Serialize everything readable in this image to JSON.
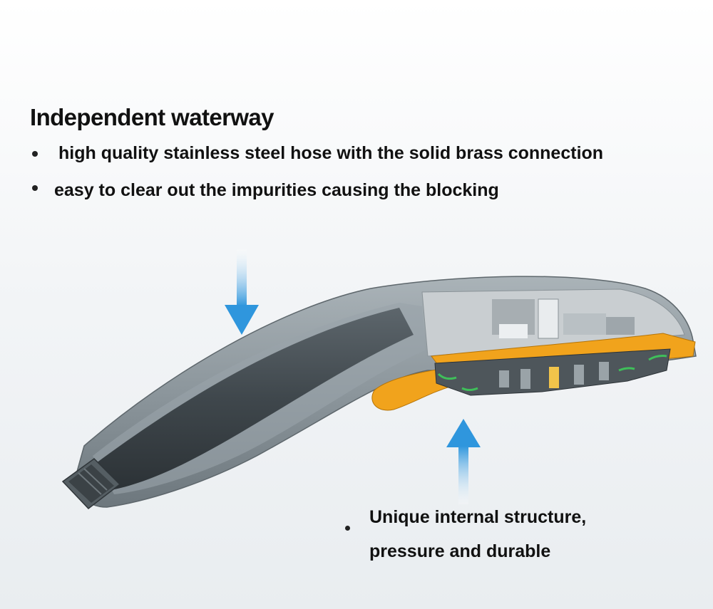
{
  "heading": "Independent waterway",
  "bullets": [
    "high quality stainless steel hose with the solid brass connection",
    "easy to clear out the impurities causing the blocking"
  ],
  "callout": {
    "line1": "Unique internal structure,",
    "line2": "pressure and durable"
  },
  "colors": {
    "arrow": "#3a9ee0",
    "shell": "#8f9aa0",
    "orange": "#f1a31c",
    "green": "#3fbf5a"
  }
}
